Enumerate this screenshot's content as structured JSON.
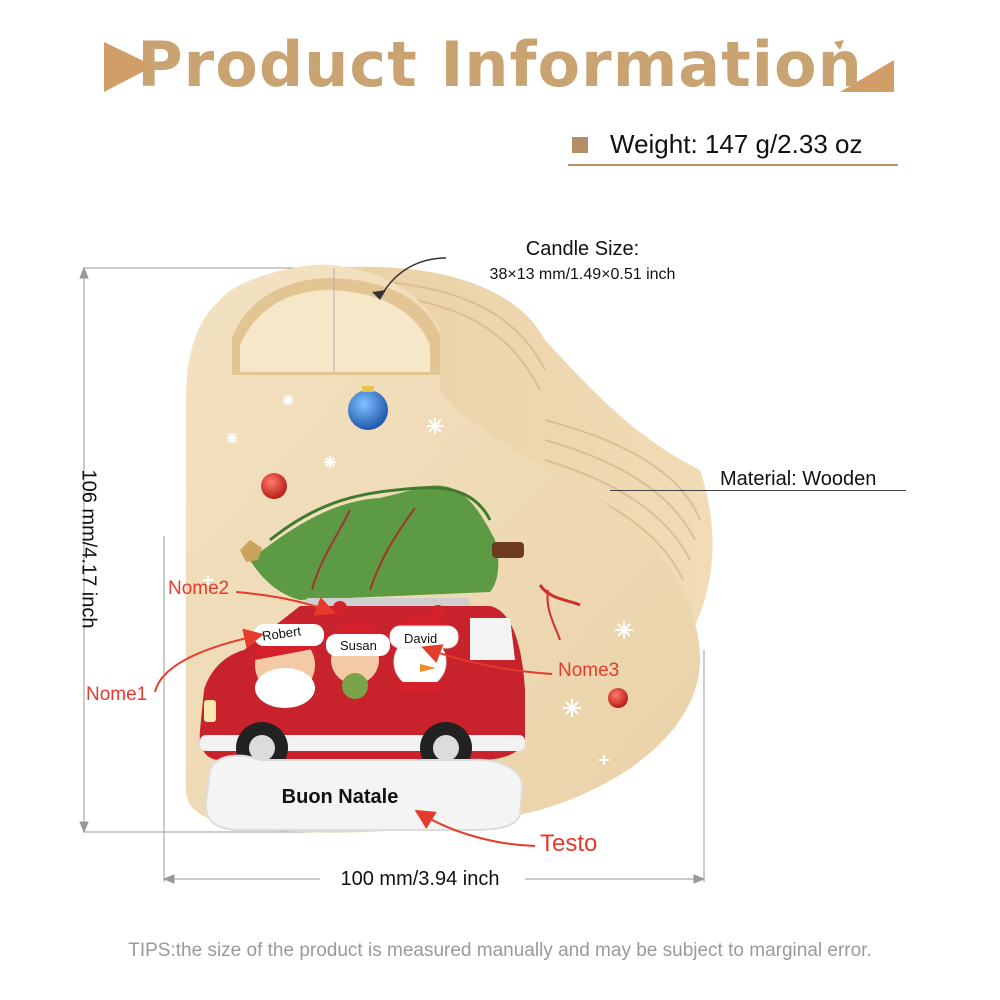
{
  "title": "Product Information",
  "weight": "Weight: 147 g/2.33 oz",
  "candle": {
    "label": "Candle Size:",
    "size": "38×13 mm/1.49×0.51 inch"
  },
  "material": "Material: Wooden",
  "dimensions": {
    "height": "106 mm/4.17 inch",
    "width": "100 mm/3.94 inch"
  },
  "callouts": {
    "nome1": "Nome1",
    "nome2": "Nome2",
    "nome3": "Nome3",
    "testo": "Testo"
  },
  "plaque": {
    "name1": "Robert",
    "name2": "Susan",
    "name3": "David",
    "text": "Buon Natale"
  },
  "tips": "TIPS:the size of the product is measured manually and may be subject to marginal error.",
  "colors": {
    "title": "#c9a472",
    "accent": "#b58d66",
    "callout": "#e43b2c",
    "wood": "#efd9b4",
    "truck": "#c8232c",
    "tree": "#4f8d3a"
  }
}
